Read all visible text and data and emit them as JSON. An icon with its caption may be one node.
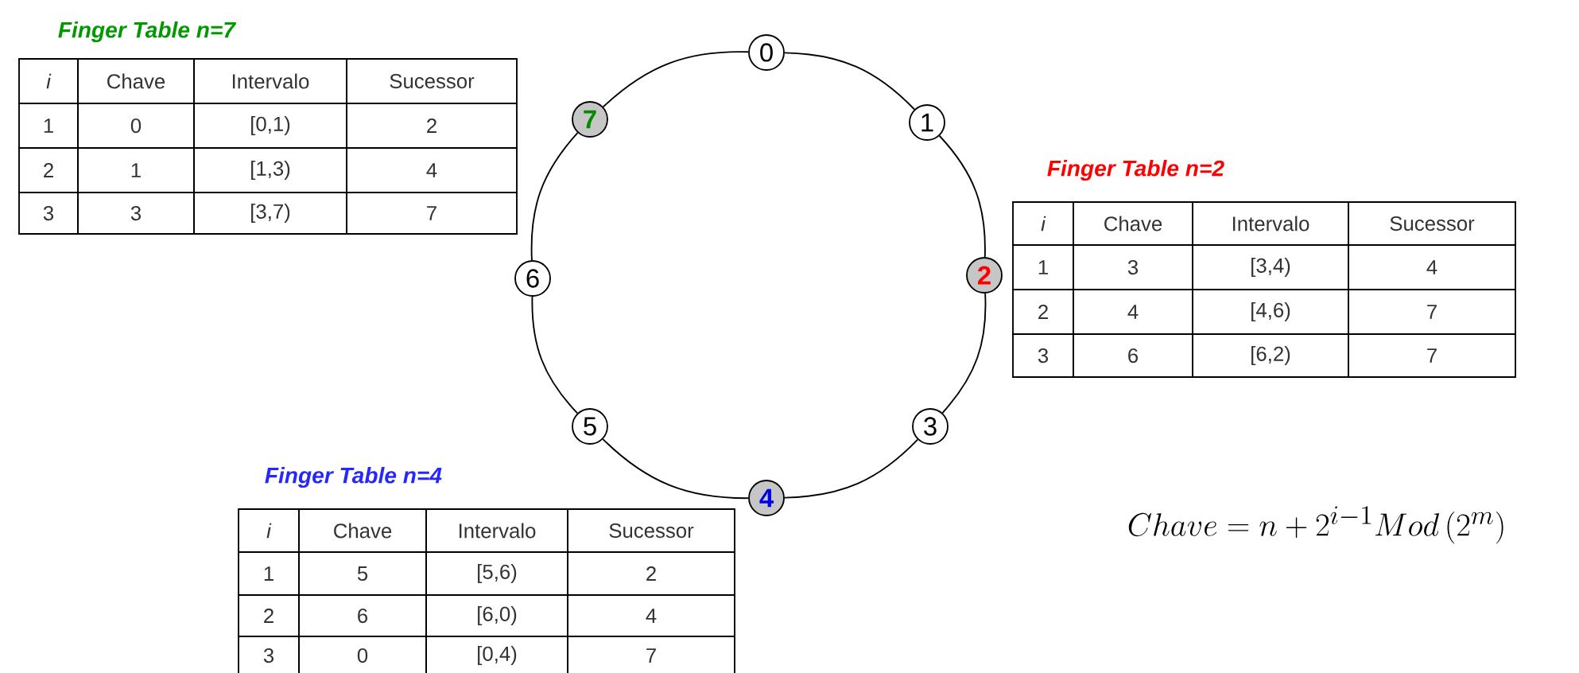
{
  "diagram": {
    "nodes": [
      {
        "text": [
          "0"
        ]
      },
      {
        "text": [
          "1"
        ]
      },
      {
        "text": [
          "2"
        ]
      },
      {
        "text": [
          "3"
        ]
      },
      {
        "text": [
          "4"
        ]
      },
      {
        "text": [
          "5"
        ]
      },
      {
        "text": [
          "6"
        ]
      },
      {
        "text": [
          "7"
        ]
      }
    ],
    "edges": [
      {
        "from": 0,
        "to": 1,
        "arrow": "none"
      },
      {
        "from": 1,
        "to": 2,
        "arrow": "none"
      },
      {
        "from": 2,
        "to": 3,
        "arrow": "none"
      },
      {
        "from": 3,
        "to": 4,
        "arrow": "none"
      },
      {
        "from": 4,
        "to": 5,
        "arrow": "none"
      },
      {
        "from": 5,
        "to": 6,
        "arrow": "none"
      },
      {
        "from": 6,
        "to": 7,
        "arrow": "none"
      },
      {
        "from": 7,
        "to": 0,
        "arrow": "none"
      }
    ],
    "labels": [
      "Finger Table  n=7",
      "i",
      "Chave",
      "Intervalo",
      "Sucessor",
      "1",
      "0",
      "[0,1)",
      "2",
      "2",
      "1",
      "[1,3)",
      "4",
      "3",
      "3",
      "[3,7)",
      "7",
      "Finger Table  n=2",
      "i",
      "Chave",
      "Intervalo",
      "Sucessor",
      "1",
      "3",
      "[3,4)",
      "4",
      "2",
      "4",
      "[4,6)",
      "7",
      "3",
      "6",
      "[6,2)",
      "7",
      "Finger Table  n=4",
      "i",
      "Chave",
      "Intervalo",
      "Sucessor",
      "1",
      "5",
      "[5,6)",
      "2",
      "2",
      "6",
      "[6,0)",
      "4",
      "3",
      "0",
      "[0,4)",
      "7",
      "Chave=n+2^{i-1}Mod\\left(2^{m}\\right)"
    ]
  }
}
